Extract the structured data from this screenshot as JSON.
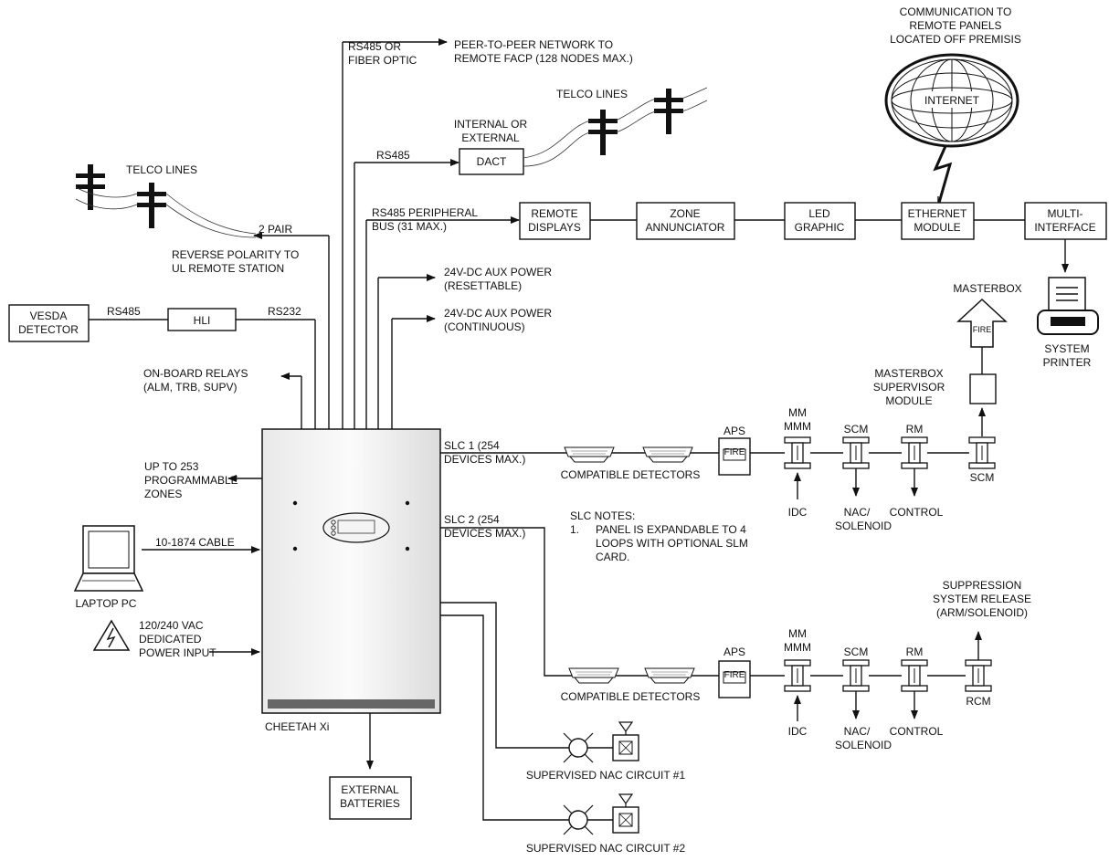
{
  "labels": {
    "comm_remote": [
      "COMMUNICATION TO",
      "REMOTE PANELS",
      "LOCATED  OFF PREMISIS"
    ],
    "internet": "INTERNET",
    "rs485_fiber": [
      "RS485 OR",
      "FIBER OPTIC"
    ],
    "p2p": [
      "PEER-TO-PEER NETWORK TO",
      "REMOTE FACP (128 NODES MAX.)"
    ],
    "telco_lines_right": "TELCO LINES",
    "internal_external": [
      "INTERNAL OR",
      "EXTERNAL"
    ],
    "rs485_dact": "RS485",
    "dact": "DACT",
    "telco_lines_left": "TELCO LINES",
    "two_pair": "2 PAIR",
    "reverse_polarity": [
      "REVERSE POLARITY TO",
      "UL REMOTE STATION"
    ],
    "rs485_bus": [
      "RS485 PERIPHERAL",
      "BUS (31 MAX.)"
    ],
    "remote_displays": [
      "REMOTE",
      "DISPLAYS"
    ],
    "zone_annunciator": [
      "ZONE",
      "ANNUNCIATOR"
    ],
    "led_graphic": [
      "LED",
      "GRAPHIC"
    ],
    "ethernet_module": [
      "ETHERNET",
      "MODULE"
    ],
    "multi_interface": [
      "MULTI-",
      "INTERFACE"
    ],
    "system_printer": [
      "SYSTEM",
      "PRINTER"
    ],
    "aux_resettable": [
      "24V-DC AUX POWER",
      "(RESETTABLE)"
    ],
    "aux_continuous": [
      "24V-DC AUX POWER",
      "(CONTINUOUS)"
    ],
    "masterbox": "MASTERBOX",
    "fire": "FIRE",
    "vesda": [
      "VESDA",
      "DETECTOR"
    ],
    "rs485_vesda": "RS485",
    "hli": "HLI",
    "rs232": "RS232",
    "onboard_relays": [
      "ON-BOARD RELAYS",
      "(ALM, TRB, SUPV)"
    ],
    "masterbox_module": [
      "MASTERBOX",
      "SUPERVISOR",
      "MODULE"
    ],
    "slc1": [
      "SLC 1 (254",
      "DEVICES MAX.)"
    ],
    "compatible_detectors_1": "COMPATIBLE DETECTORS",
    "aps_1": "APS",
    "mm_1": [
      "MM",
      "MMM"
    ],
    "scm_1": "SCM",
    "rm_1": "RM",
    "scm_1b": "SCM",
    "idc_1": "IDC",
    "nac_solenoid_1": [
      "NAC/",
      "SOLENOID"
    ],
    "control_1": "CONTROL",
    "up_to_253": [
      "UP TO 253",
      "PROGRAMMABLE",
      "ZONES"
    ],
    "slc2": [
      "SLC 2 (254",
      "DEVICES MAX.)"
    ],
    "slc_notes": [
      "SLC NOTES:",
      "1.",
      "PANEL IS EXPANDABLE TO 4",
      "LOOPS WITH OPTIONAL SLM",
      "CARD."
    ],
    "cable": "10-1874 CABLE",
    "laptop": "LAPTOP PC",
    "power": [
      "120/240 VAC",
      "DEDICATED",
      "POWER INPUT"
    ],
    "suppression": [
      "SUPPRESSION",
      "SYSTEM RELEASE",
      "(ARM/SOLENOID)"
    ],
    "compatible_detectors_2": "COMPATIBLE DETECTORS",
    "aps_2": "APS",
    "mm_2": [
      "MM",
      "MMM"
    ],
    "scm_2": "SCM",
    "rm_2": "RM",
    "rcm": "RCM",
    "idc_2": "IDC",
    "nac_solenoid_2": [
      "NAC/",
      "SOLENOID"
    ],
    "control_2": "CONTROL",
    "cheetah": "CHEETAH Xi",
    "batteries": [
      "EXTERNAL",
      "BATTERIES"
    ],
    "nac1": "SUPERVISED NAC CIRCUIT #1",
    "nac2": "SUPERVISED NAC CIRCUIT #2"
  }
}
